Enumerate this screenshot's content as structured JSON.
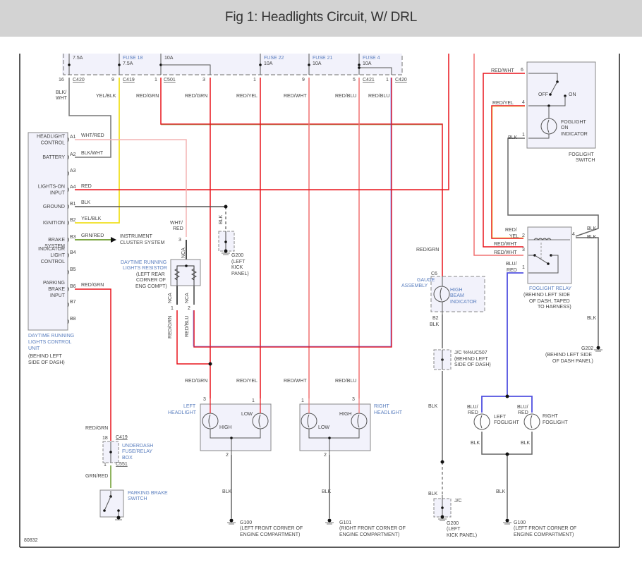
{
  "title": "Fig 1: Headlights Circuit, W/ DRL",
  "figure_id": "80832",
  "colors": {
    "red": "#e8141c",
    "pink": "#f0a0a0",
    "yellow": "#f0e020",
    "green": "#6a9a2a",
    "blue": "#5050e0",
    "gray": "#666666",
    "black": "#222222",
    "box_fill": "#f2f2fb",
    "label_blue": "#5b7fbf"
  },
  "fuse_box": {
    "fuses": [
      {
        "name": "",
        "rating": "7.5A"
      },
      {
        "name": "FUSE 18",
        "rating": "7.5A"
      },
      {
        "name": "",
        "rating": "10A"
      },
      {
        "name": "FUSE 22",
        "rating": "10A"
      },
      {
        "name": "FUSE 21",
        "rating": "10A"
      },
      {
        "name": "FUSE 4",
        "rating": "10A"
      }
    ],
    "pins": [
      {
        "pin": "16",
        "connector": "C420",
        "wire": "BLK/\nWHT"
      },
      {
        "pin": "9",
        "connector": "C419",
        "wire": "YEL/BLK"
      },
      {
        "pin": "1",
        "connector": "C501",
        "wire": "RED/GRN"
      },
      {
        "pin": "3",
        "connector": "",
        "wire": "RED/GRN"
      },
      {
        "pin": "1",
        "connector": "",
        "wire": "RED/YEL"
      },
      {
        "pin": "9",
        "connector": "",
        "wire": "RED/WHT"
      },
      {
        "pin": "5",
        "connector": "C421",
        "wire": "RED/BLU"
      },
      {
        "pin": "1",
        "connector": "C420",
        "wire": "RED/BLU"
      }
    ]
  },
  "drl_control_unit": {
    "name": "DAYTIME RUNNING LIGHTS CONTROL UNIT",
    "name_lines": [
      "DAYTIME RUNNING",
      "LIGHTS CONTROL",
      "UNIT"
    ],
    "location_lines": [
      "(BEHIND LEFT",
      "SIDE OF DASH)"
    ],
    "pins": [
      {
        "pin": "A1",
        "label": [
          "HEADLIGHT",
          "CONTROL"
        ],
        "wire": "WHT/RED"
      },
      {
        "pin": "A2",
        "label": [
          "BATTERY"
        ],
        "wire": "BLK/WHT"
      },
      {
        "pin": "A3",
        "label": [],
        "wire": ""
      },
      {
        "pin": "A4",
        "label": [
          "LIGHTS-ON",
          "INPUT"
        ],
        "wire": "RED"
      },
      {
        "pin": "B1",
        "label": [
          "GROUND"
        ],
        "wire": "BLK"
      },
      {
        "pin": "B2",
        "label": [
          "IGNITION"
        ],
        "wire": "YEL/BLK"
      },
      {
        "pin": "B3",
        "label": [
          "BRAKE",
          "SYSTEM"
        ],
        "wire": "GRN/RED"
      },
      {
        "pin": "B4",
        "label": [
          "INDICATOR",
          "LIGHT",
          "CONTROL"
        ],
        "wire": ""
      },
      {
        "pin": "B5",
        "label": [],
        "wire": ""
      },
      {
        "pin": "B6",
        "label": [
          "PARKING",
          "BRAKE",
          "INPUT"
        ],
        "wire": "RED/GRN"
      },
      {
        "pin": "B7",
        "label": [],
        "wire": ""
      },
      {
        "pin": "B8",
        "label": [],
        "wire": ""
      }
    ],
    "instrument_cluster": [
      "INSTRUMENT",
      "CLUSTER SYSTEM"
    ]
  },
  "drl_resistor": {
    "name_lines": [
      "DAYTIME RUNNING",
      "LIGHTS RESISTOR"
    ],
    "location_lines": [
      "(LEFT REAR",
      "CORNER OF",
      "ENG COMPT)"
    ],
    "in_wire": [
      "WHT/",
      "RED"
    ],
    "in_pin": "3",
    "nca": "NCA",
    "out_pins": [
      "1",
      "2"
    ],
    "out_wires": [
      "RED/GRN",
      "RED/BLU"
    ]
  },
  "g200_top": {
    "wire": "BLK",
    "name": "G200",
    "location_lines": [
      "(LEFT",
      "KICK",
      "PANEL)"
    ]
  },
  "left_headlight": {
    "name_lines": [
      "LEFT",
      "HEADLIGHT"
    ],
    "pins": [
      "3",
      "1",
      "2"
    ],
    "wires": [
      "RED/GRN",
      "RED/YEL"
    ],
    "bulbs": [
      "HIGH",
      "LOW"
    ],
    "ground_wire": "BLK",
    "ground": "G100",
    "ground_location": [
      "(LEFT FRONT CORNER OF",
      "ENGINE COMPARTMENT)"
    ]
  },
  "right_headlight": {
    "name_lines": [
      "RIGHT",
      "HEADLIGHT"
    ],
    "pins": [
      "1",
      "3",
      "2"
    ],
    "wires": [
      "RED/WHT",
      "RED/BLU"
    ],
    "bulbs": [
      "LOW",
      "HIGH"
    ],
    "ground_wire": "BLK",
    "ground": "G101",
    "ground_location": [
      "(RIGHT FRONT CORNER OF",
      "ENGINE COMPARTMENT)"
    ]
  },
  "gauge": {
    "in_wire": "RED/GRN",
    "in_pin": "C6",
    "name_lines": [
      "GAUGE",
      "ASSEMBLY"
    ],
    "indicator_lines": [
      "HIGH",
      "BEAM",
      "INDICATOR"
    ],
    "out_pin": "B2",
    "out_wire": "BLK",
    "jc_lines": [
      "J/C %%UC507",
      "(BEHIND LEFT",
      "SIDE OF DASH)"
    ],
    "lower_wire": "BLK",
    "jc2": "J/C",
    "ground": "G200",
    "ground_location": [
      "(LEFT",
      "KICK PANEL)"
    ]
  },
  "foglight_switch": {
    "name_lines": [
      "FOGLIGHT",
      "SWITCH"
    ],
    "pins": [
      {
        "pin": "6",
        "wire": "RED/WHT"
      },
      {
        "pin": "4",
        "wire": "RED/YEL"
      },
      {
        "pin": "1",
        "wire": "BLK"
      }
    ],
    "off": "OFF",
    "on": "ON",
    "indicator_lines": [
      "FOGLIGHT",
      "ON",
      "INDICATOR"
    ]
  },
  "foglight_relay": {
    "name": "FOGLIGHT RELAY",
    "location_lines": [
      "(BEHIND LEFT SIDE",
      "OF DASH, TAPED",
      "TO HARNESS)"
    ],
    "pins": [
      {
        "pin": "2",
        "wire": [
          "RED/",
          "YEL"
        ]
      },
      {
        "pin": "3",
        "wire": [
          "RED/WHT",
          "RED/WHT"
        ]
      },
      {
        "pin": "1",
        "wire": [
          "BLU/",
          "RED"
        ]
      },
      {
        "pin": "4",
        "wire": [
          "BLK",
          "BLK"
        ]
      }
    ],
    "ground_wire": "BLK",
    "ground": "G202",
    "ground_location": [
      "(BEHIND LEFT SIDE",
      "OF DASH PANEL)"
    ]
  },
  "foglights": {
    "left": {
      "name_lines": [
        "LEFT",
        "FOGLIGHT"
      ],
      "in_wire": [
        "BLU/",
        "RED"
      ],
      "out_wire": "BLK"
    },
    "right": {
      "name_lines": [
        "RIGHT",
        "FOGLIGHT"
      ],
      "in_wire": [
        "BLU/",
        "RED"
      ],
      "out_wire": "BLK"
    },
    "ground_wire": "BLK",
    "ground": "G100",
    "ground_location": [
      "(LEFT FRONT CORNER OF",
      "ENGINE COMPARTMENT)"
    ]
  },
  "underdash_box": {
    "in_wire": "RED/GRN",
    "in_pin": "18",
    "in_connector": "C419",
    "name_lines": [
      "UNDERDASH",
      "FUSE/RELAY",
      "BOX"
    ],
    "out_pin": "1",
    "out_connector": "C551",
    "out_wire": "GRN/RED"
  },
  "parking_brake_switch": {
    "name_lines": [
      "PARKING BRAKE",
      "SWITCH"
    ]
  }
}
